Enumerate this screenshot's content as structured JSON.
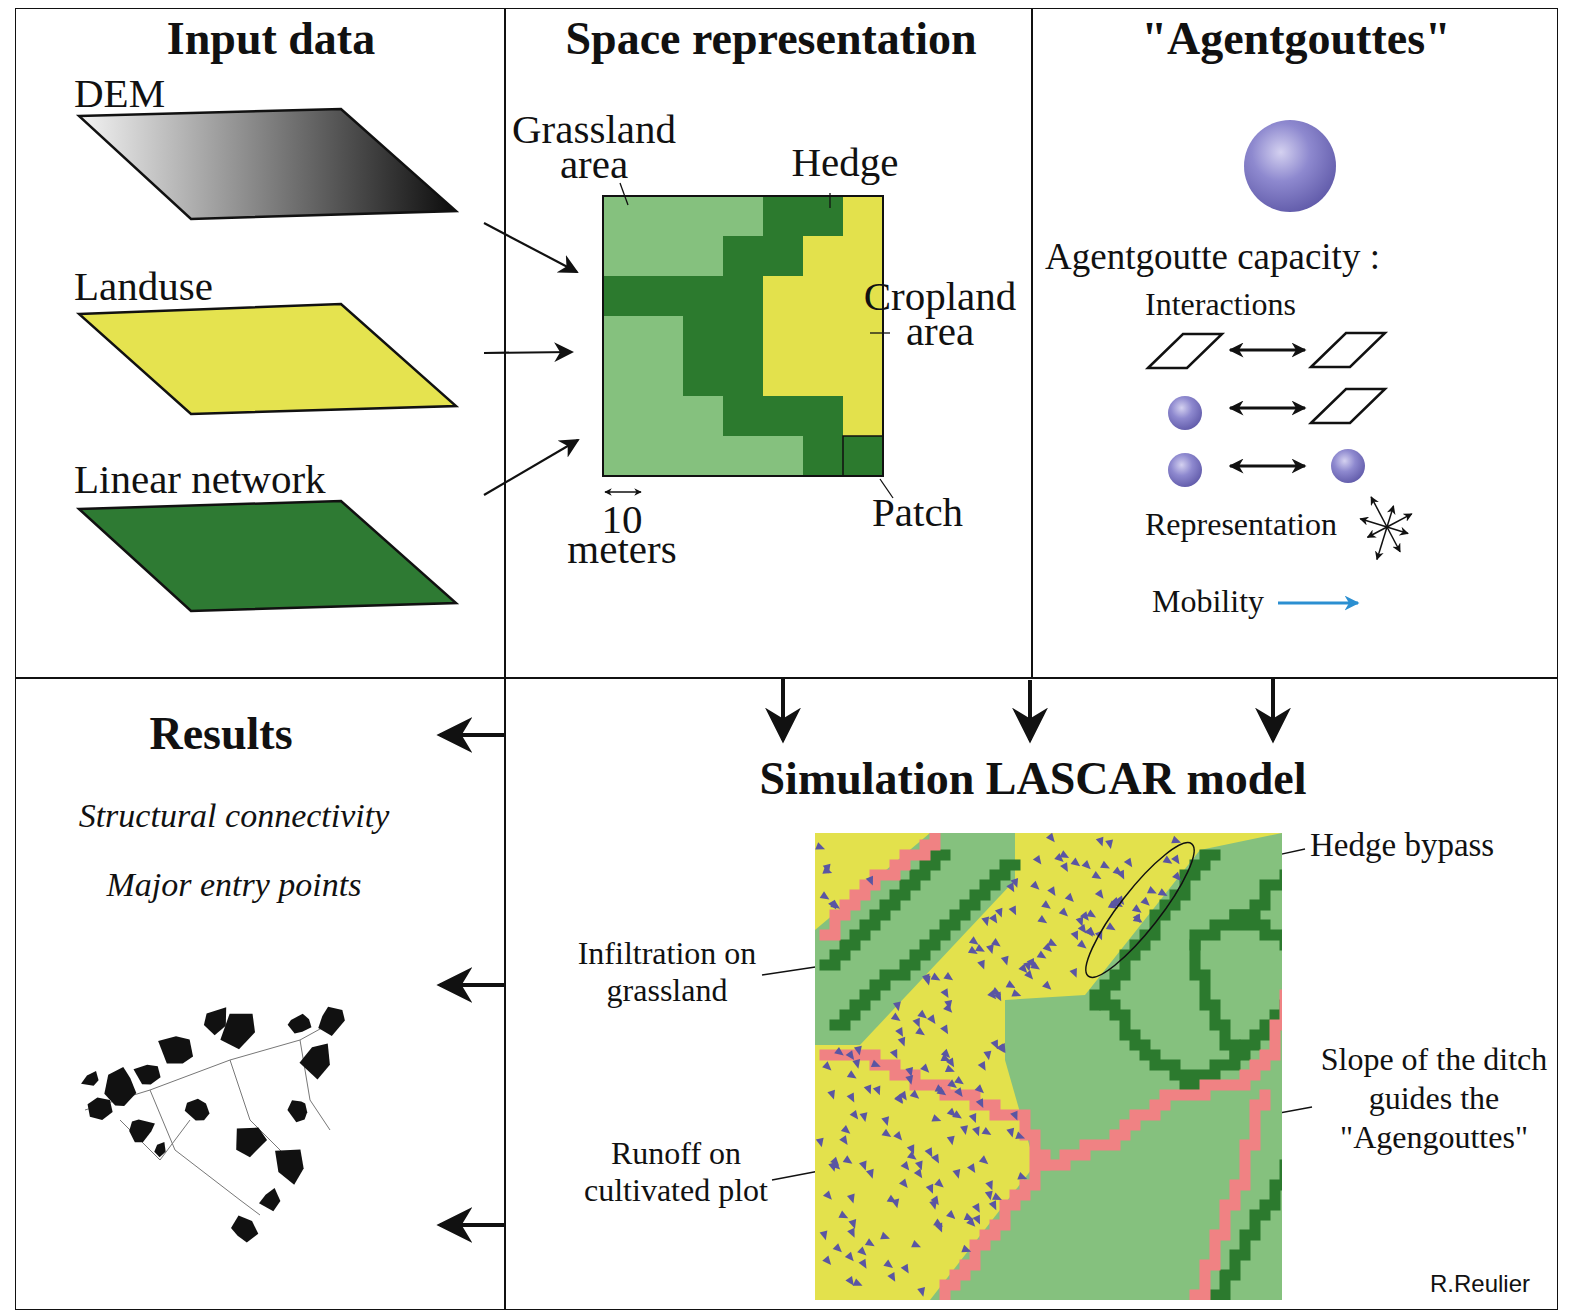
{
  "diagram": {
    "nodes": [
      {
        "text": [
          "Input data"
        ]
      },
      {
        "text": [
          "DEM"
        ],
        "in": 0
      },
      {
        "text": [
          "Landuse"
        ],
        "in": 0
      },
      {
        "text": [
          "Linear network"
        ],
        "in": 0
      },
      {
        "text": [
          "Space representation"
        ]
      },
      {
        "text": [
          "\"Agentgouttes\""
        ]
      },
      {
        "text": [
          "Results",
          "Structural connectivity",
          "Major entry points"
        ]
      },
      {
        "text": [
          "Simulation LASCAR model"
        ]
      }
    ],
    "edges": [
      {
        "from": 1,
        "to": 4,
        "arrow": "to"
      },
      {
        "from": 2,
        "to": 4,
        "arrow": "to"
      },
      {
        "from": 3,
        "to": 4,
        "arrow": "to"
      },
      {
        "from": 4,
        "to": 7,
        "arrow": "to"
      },
      {
        "from": 5,
        "to": 7,
        "arrow": "to"
      },
      {
        "from": 7,
        "to": 6,
        "arrow": "to"
      },
      {
        "from": 7,
        "to": 6,
        "arrow": "to"
      },
      {
        "from": 7,
        "to": 6,
        "arrow": "to"
      }
    ],
    "labels": [
      "Grassland area",
      "Hedge",
      "Cropland area",
      "Patch",
      "10 meters",
      "Agentgoutte capacity :",
      "Interactions",
      "Representation",
      "Mobility",
      "Hedge bypass",
      "Infiltration on grassland",
      "Runoff on cultivated plot",
      "Slope of the ditch guides the \"Agengouttes\"",
      "R.Reulier"
    ]
  }
}
